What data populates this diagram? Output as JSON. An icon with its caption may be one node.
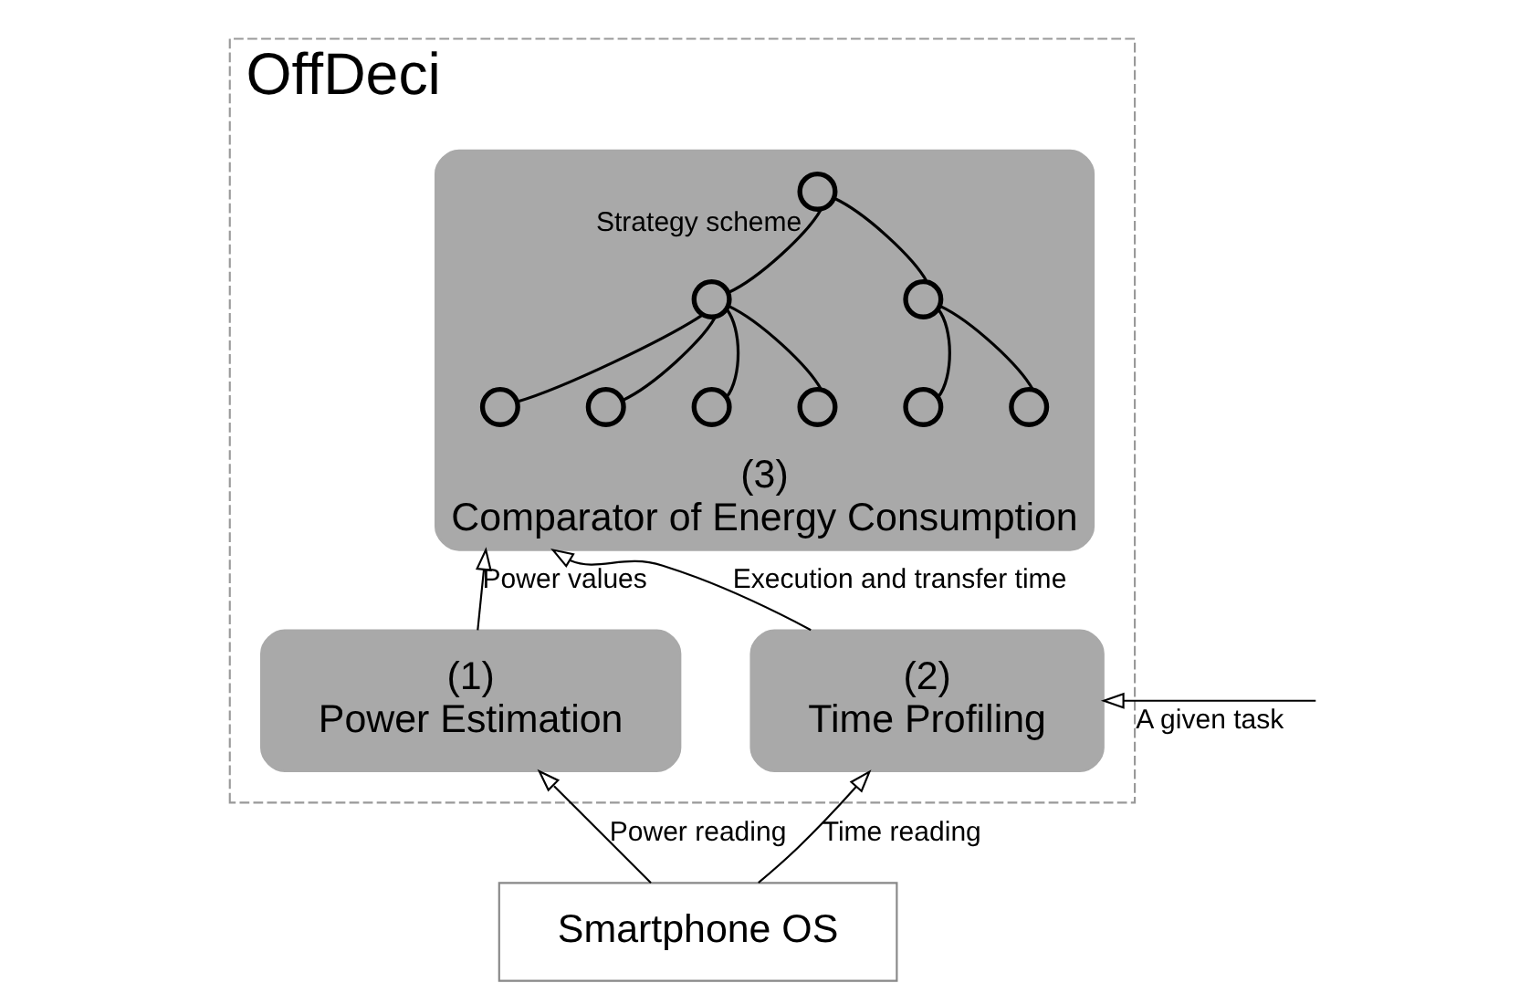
{
  "diagram": {
    "nodes": [
      {
        "text": [
          "OffDeci"
        ]
      },
      {
        "text": [
          "(3)",
          "Comparator of Energy Consumption"
        ],
        "in": 0
      },
      {
        "text": [],
        "shape": "circle",
        "in": 1,
        "beside": [
          "Strategy scheme"
        ]
      },
      {
        "text": [],
        "shape": "circle",
        "in": 1
      },
      {
        "text": [],
        "shape": "circle",
        "in": 1
      },
      {
        "text": [],
        "shape": "circle",
        "in": 1
      },
      {
        "text": [],
        "shape": "circle",
        "in": 1
      },
      {
        "text": [],
        "shape": "circle",
        "in": 1
      },
      {
        "text": [],
        "shape": "circle",
        "in": 1
      },
      {
        "text": [],
        "shape": "circle",
        "in": 1
      },
      {
        "text": [],
        "shape": "circle",
        "in": 1
      },
      {
        "text": [
          "(1)",
          "Power Estimation"
        ],
        "in": 0
      },
      {
        "text": [
          "(2)",
          "Time Profiling"
        ],
        "in": 0
      },
      {
        "text": [
          "Smartphone OS"
        ]
      }
    ],
    "edges": [
      {
        "from": 2,
        "to": 3,
        "arrow": "none"
      },
      {
        "from": 2,
        "to": 4,
        "arrow": "none"
      },
      {
        "from": 3,
        "to": 5,
        "arrow": "none"
      },
      {
        "from": 3,
        "to": 6,
        "arrow": "none"
      },
      {
        "from": 4,
        "to": 7,
        "arrow": "none"
      },
      {
        "from": 4,
        "to": 8,
        "arrow": "none"
      },
      {
        "from": 4,
        "to": 9,
        "arrow": "none"
      },
      {
        "from": 4,
        "to": 10,
        "arrow": "none"
      },
      {
        "from": 11,
        "to": 1,
        "arrow": "to",
        "label": "Power values"
      },
      {
        "from": 12,
        "to": 1,
        "arrow": "to",
        "label": "Execution and transfer time"
      },
      {
        "from": 13,
        "to": 11,
        "arrow": "to",
        "label": "Power reading"
      },
      {
        "from": 13,
        "to": 12,
        "arrow": "to",
        "label": "Time reading"
      },
      {
        "from": null,
        "to": 12,
        "arrow": "to",
        "label": "A given task"
      }
    ]
  }
}
